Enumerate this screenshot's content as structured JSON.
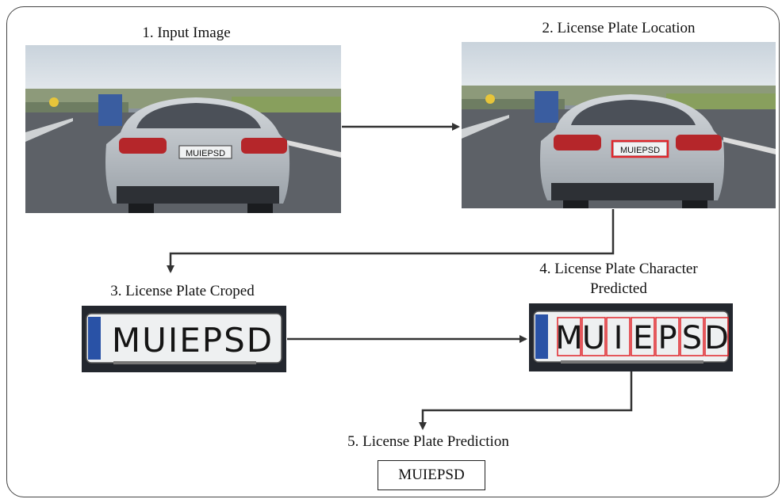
{
  "steps": {
    "step1_label": "1. Input Image",
    "step2_label": "2. License Plate Location",
    "step3_label": "3. License Plate Croped",
    "step4_label_line1": "4. License Plate Character",
    "step4_label_line2": "Predicted",
    "step5_label": "5. License Plate Prediction"
  },
  "plate_text": "MUIEPSD",
  "plate_characters": [
    "M",
    "U",
    "I",
    "E",
    "P",
    "S",
    "D"
  ],
  "prediction_result": "MUIEPSD",
  "colors": {
    "detection_box": "#e0262b",
    "arrow": "#333333",
    "sky": "#d2dbe3",
    "road": "#5c6066",
    "car_body": "#b9bfc6",
    "plate_bg": "#f2f4f5"
  }
}
